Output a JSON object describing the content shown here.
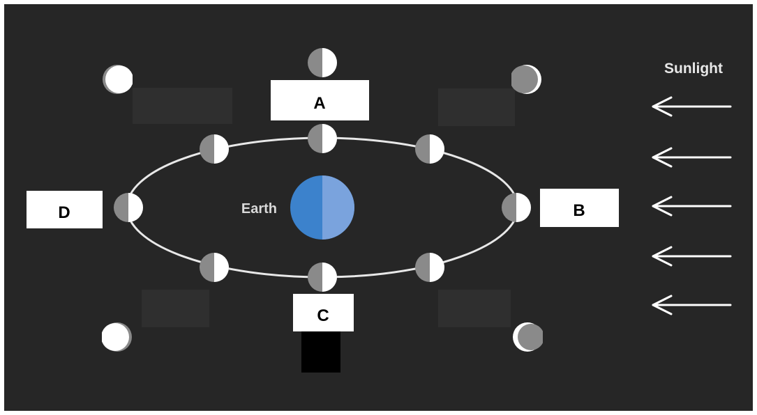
{
  "diagram": {
    "sunlight_label": "Sunlight",
    "earth_label": "Earth",
    "labels": {
      "a": "A",
      "b": "B",
      "c": "C",
      "d": "D"
    }
  },
  "colors": {
    "background": "#262626",
    "orbit": "#e8e8e8",
    "moon_lit": "#ffffff",
    "moon_dark": "#8a8a8a",
    "earth_left": "#3c82cc",
    "earth_right": "#7aa3dd",
    "label_box": "#ffffff",
    "label_text": "#000000",
    "placeholder": "#2f2f2f",
    "black_block": "#000000"
  }
}
